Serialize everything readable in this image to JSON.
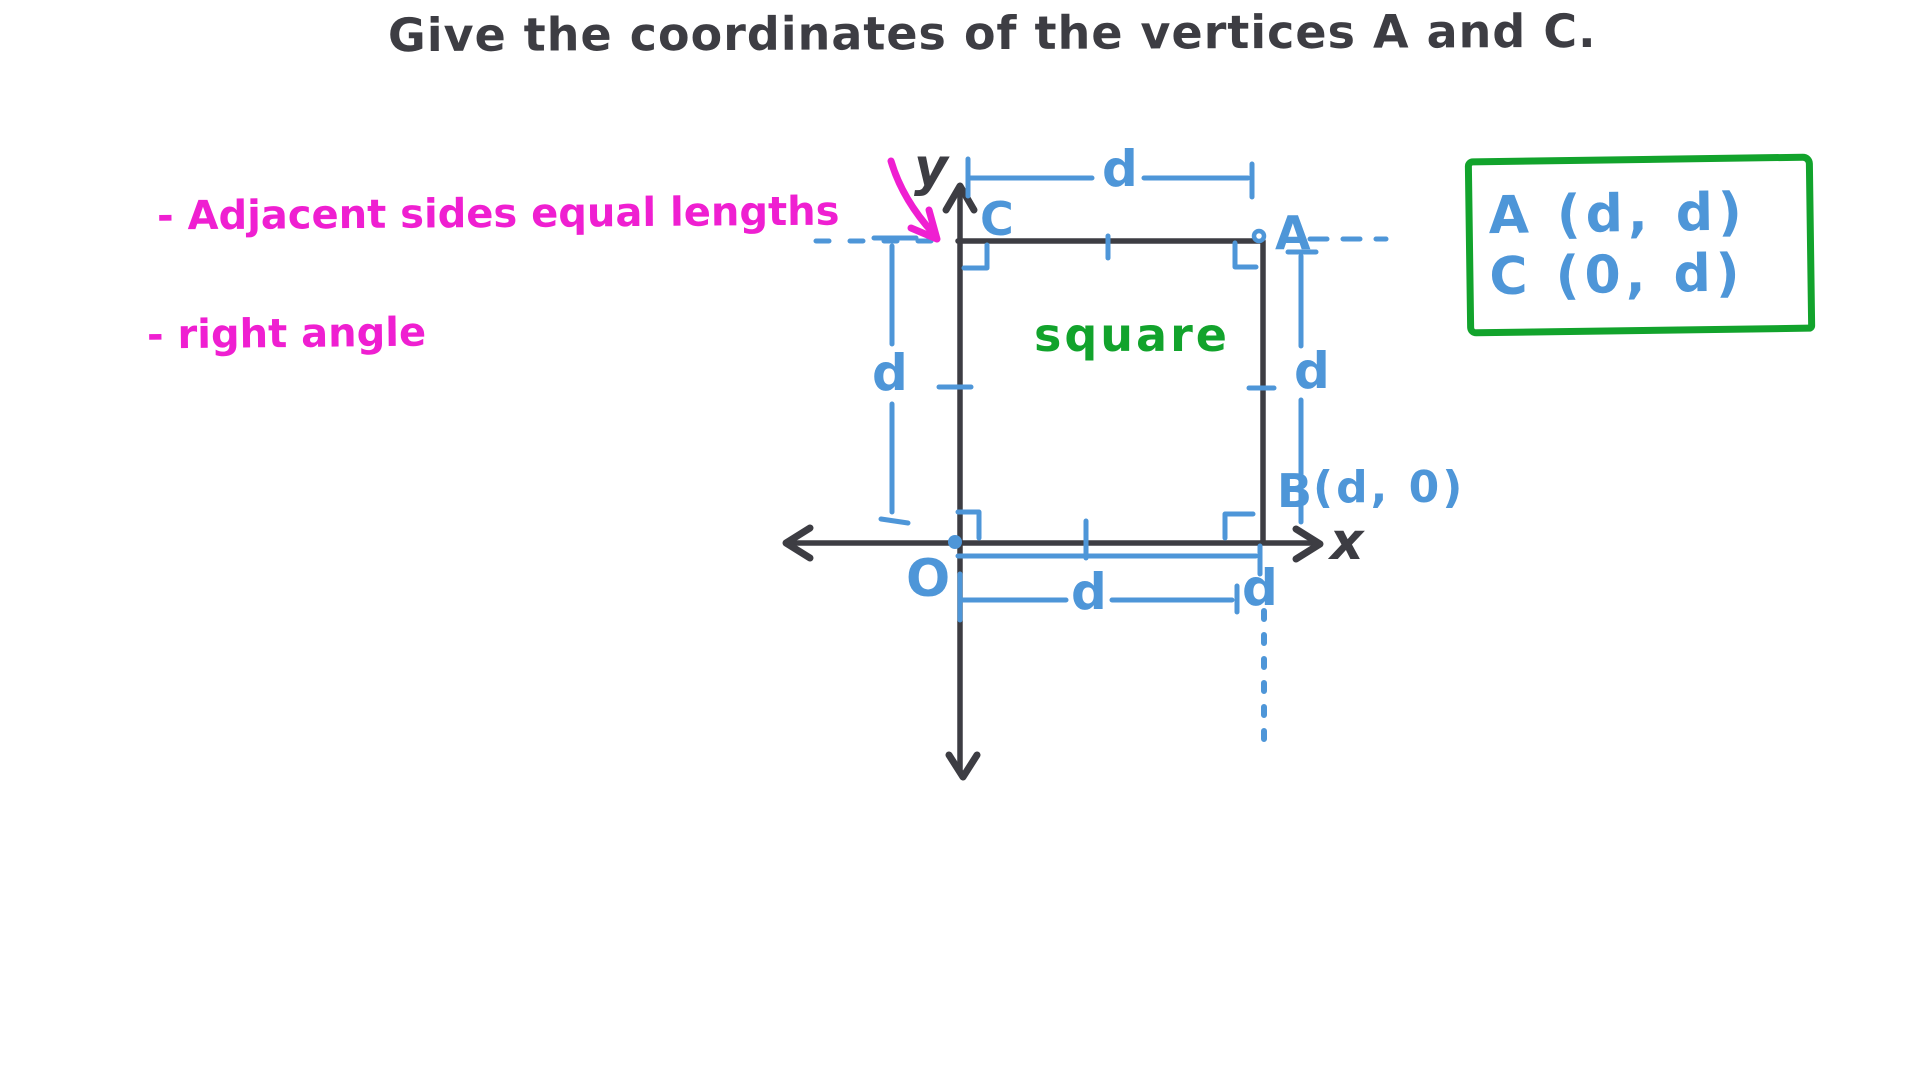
{
  "title": "Give the coordinates of the vertices A and C.",
  "notes": {
    "adjacent_sides": "- Adjacent sides equal lengths",
    "right_angle": "- right angle"
  },
  "diagram": {
    "shape_label": "square",
    "axes": {
      "x_label": "x",
      "y_label": "y",
      "origin_label": "O"
    },
    "vertices": {
      "a_label": "A",
      "b_label": "B",
      "b_coords": "(d, 0)",
      "c_label": "C"
    },
    "dimensions": {
      "top": "d",
      "left": "d",
      "right": "d",
      "bottom": "d",
      "bottom_offset": "d"
    }
  },
  "answer_box": {
    "line_1": "A (d, d)",
    "line_2": "C (0, d)"
  },
  "colors": {
    "ink": "#3d3d43",
    "blue": "#4e96d8",
    "pink": "#ef1fd1",
    "green": "#12a32c",
    "background": "#ffffff"
  }
}
